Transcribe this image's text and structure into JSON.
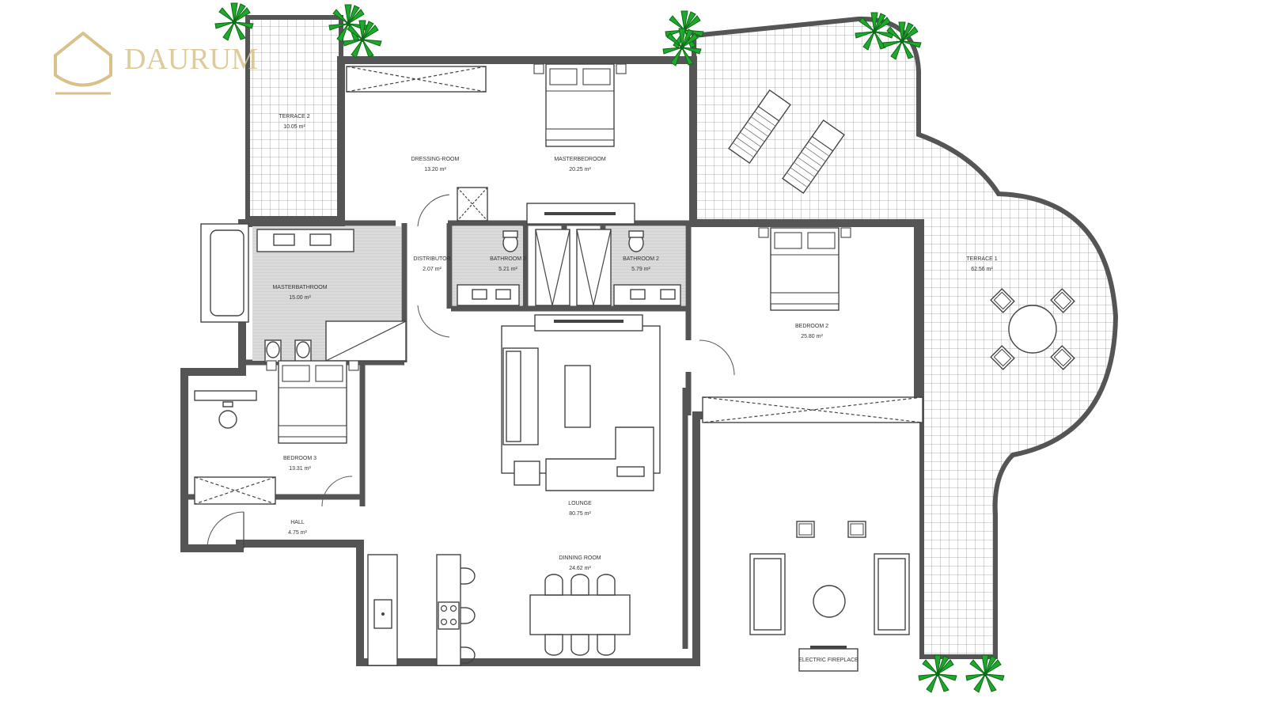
{
  "brand": {
    "logo_text": "DAURUM",
    "logo_color": "#d9c28a"
  },
  "colors": {
    "wall": "#555555",
    "tile_grid": "#9a9a9a",
    "plant": "#1aa02a",
    "bathroom_floor": "#d4d4d4"
  },
  "rooms": {
    "terrace2": {
      "name": "TERRACE 2",
      "area": "10.05 m²"
    },
    "dressing": {
      "name": "DRESSING-ROOM",
      "area": "13.20 m²"
    },
    "master": {
      "name": "MASTERBEDROOM",
      "area": "20.25 m²"
    },
    "distributor": {
      "name": "DISTRIBUTOR",
      "area": "2.07 m²"
    },
    "bath3": {
      "name": "BATHROOM 3",
      "area": "5.21 m²"
    },
    "bath2": {
      "name": "BATHROOM 2",
      "area": "5.79 m²"
    },
    "masterbath": {
      "name": "MASTERBATHROOM",
      "area": "15.00 m²"
    },
    "bedroom2": {
      "name": "BEDROOM 2",
      "area": "25.80 m²"
    },
    "terrace1": {
      "name": "TERRACE 1",
      "area": "62.56 m²"
    },
    "bedroom3": {
      "name": "BEDROOM 3",
      "area": "13.31 m²"
    },
    "hall": {
      "name": "HALL",
      "area": "4.75 m²"
    },
    "lounge": {
      "name": "LOUNGE",
      "area": "80.75 m²"
    },
    "dining": {
      "name": "DINNING ROOM",
      "area": "24.62 m²"
    }
  },
  "fixtures": {
    "fireplace": "ELECTRIC FIREPLACE"
  }
}
